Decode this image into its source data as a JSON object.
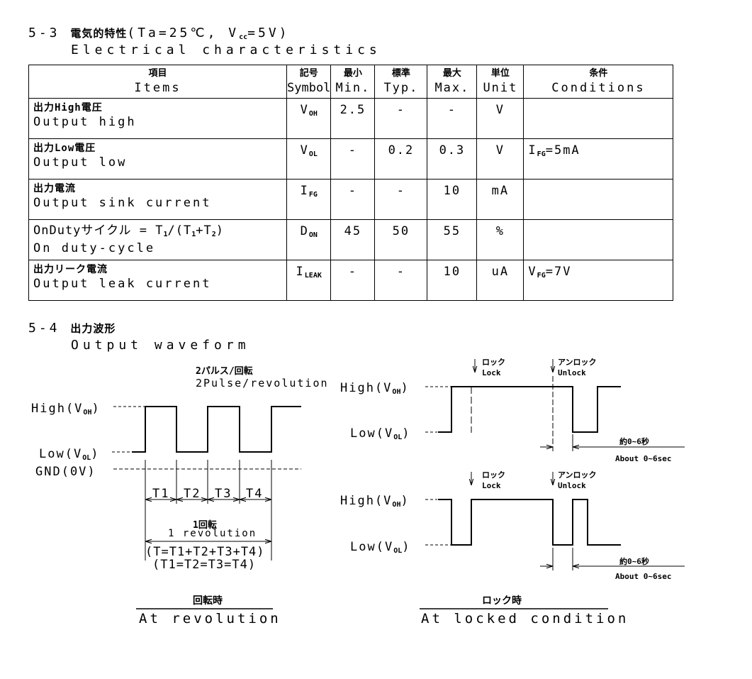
{
  "sec53": {
    "title_prefix": "5-3",
    "title_jp": "電気的特性",
    "title_cond": "(Ta=25℃, V",
    "title_cond_sub": "cc",
    "title_cond_end": "=5V)",
    "title_en": "Electrical characteristics"
  },
  "table": {
    "headers": [
      {
        "jp": "項目",
        "en": "Items"
      },
      {
        "jp": "記号",
        "en": "Symbol"
      },
      {
        "jp": "最小",
        "en": "Min."
      },
      {
        "jp": "標準",
        "en": "Typ."
      },
      {
        "jp": "最大",
        "en": "Max."
      },
      {
        "jp": "単位",
        "en": "Unit"
      },
      {
        "jp": "条件",
        "en": "Conditions"
      }
    ],
    "rows": [
      {
        "jp": "出力High電圧",
        "en": "Output high",
        "sym": "V",
        "sym_sub": "OH",
        "min": "2.5",
        "typ": "-",
        "max": "-",
        "unit": "V",
        "cond": "",
        "cond_sub": "",
        "cond_end": ""
      },
      {
        "jp": "出力Low電圧",
        "en": "Output low",
        "sym": "V",
        "sym_sub": "OL",
        "min": "-",
        "typ": "0.2",
        "max": "0.3",
        "unit": "V",
        "cond": "I",
        "cond_sub": "FG",
        "cond_end": "=5mA"
      },
      {
        "jp": "出力電流",
        "en": "Output sink current",
        "sym": "I",
        "sym_sub": "FG",
        "min": "-",
        "typ": "-",
        "max": "10",
        "unit": "mA",
        "cond": "",
        "cond_sub": "",
        "cond_end": ""
      },
      {
        "jp": "OnDutyサイクル = T",
        "jp_s1": "1",
        "jp_m": "/(T",
        "jp_s2": "1",
        "jp_p": "+T",
        "jp_s3": "2",
        "jp_e": ")",
        "en": "On duty-cycle",
        "sym": "D",
        "sym_sub": "ON",
        "min": "45",
        "typ": "50",
        "max": "55",
        "unit": "%",
        "cond": "",
        "cond_sub": "",
        "cond_end": ""
      },
      {
        "jp": "出力リーク電流",
        "en": "Output leak current",
        "sym": "I",
        "sym_sub": "LEAK",
        "min": "-",
        "typ": "-",
        "max": "10",
        "unit": "uA",
        "cond": "V",
        "cond_sub": "FG",
        "cond_end": "=7V"
      }
    ]
  },
  "sec54": {
    "title_prefix": "5-4",
    "title_jp": "出力波形",
    "title_en": "Output waveform"
  },
  "left_wave": {
    "pulse_jp": "2パルス/回転",
    "pulse_en": "2Pulse/revolution",
    "high_pre": "High(V",
    "high_sub": "OH",
    "high_post": ")",
    "low_pre": "Low(V",
    "low_sub": "OL",
    "low_post": ")",
    "gnd": "GND(0V)",
    "periods": [
      "T1",
      "T2",
      "T3",
      "T4"
    ],
    "rev_jp": "1回転",
    "rev_en": "1 revolution",
    "eq1": "(T=T1+T2+T3+T4)",
    "eq2": "(T1=T2=T3=T4)",
    "cap_jp": "回転時",
    "cap_en": "At revolution"
  },
  "right_wave": {
    "lock_jp": "ロック",
    "lock_en": "Lock",
    "unlock_jp": "アンロック",
    "unlock_en": "Unlock",
    "high_pre": "High(V",
    "high_sub": "OH",
    "high_post": ")",
    "low_pre": "Low(V",
    "low_sub": "OL",
    "low_post": ")",
    "dur_jp": "約0~6秒",
    "dur_en": "About 0~6sec",
    "cap_jp": "ロック時",
    "cap_en": "At locked condition"
  }
}
